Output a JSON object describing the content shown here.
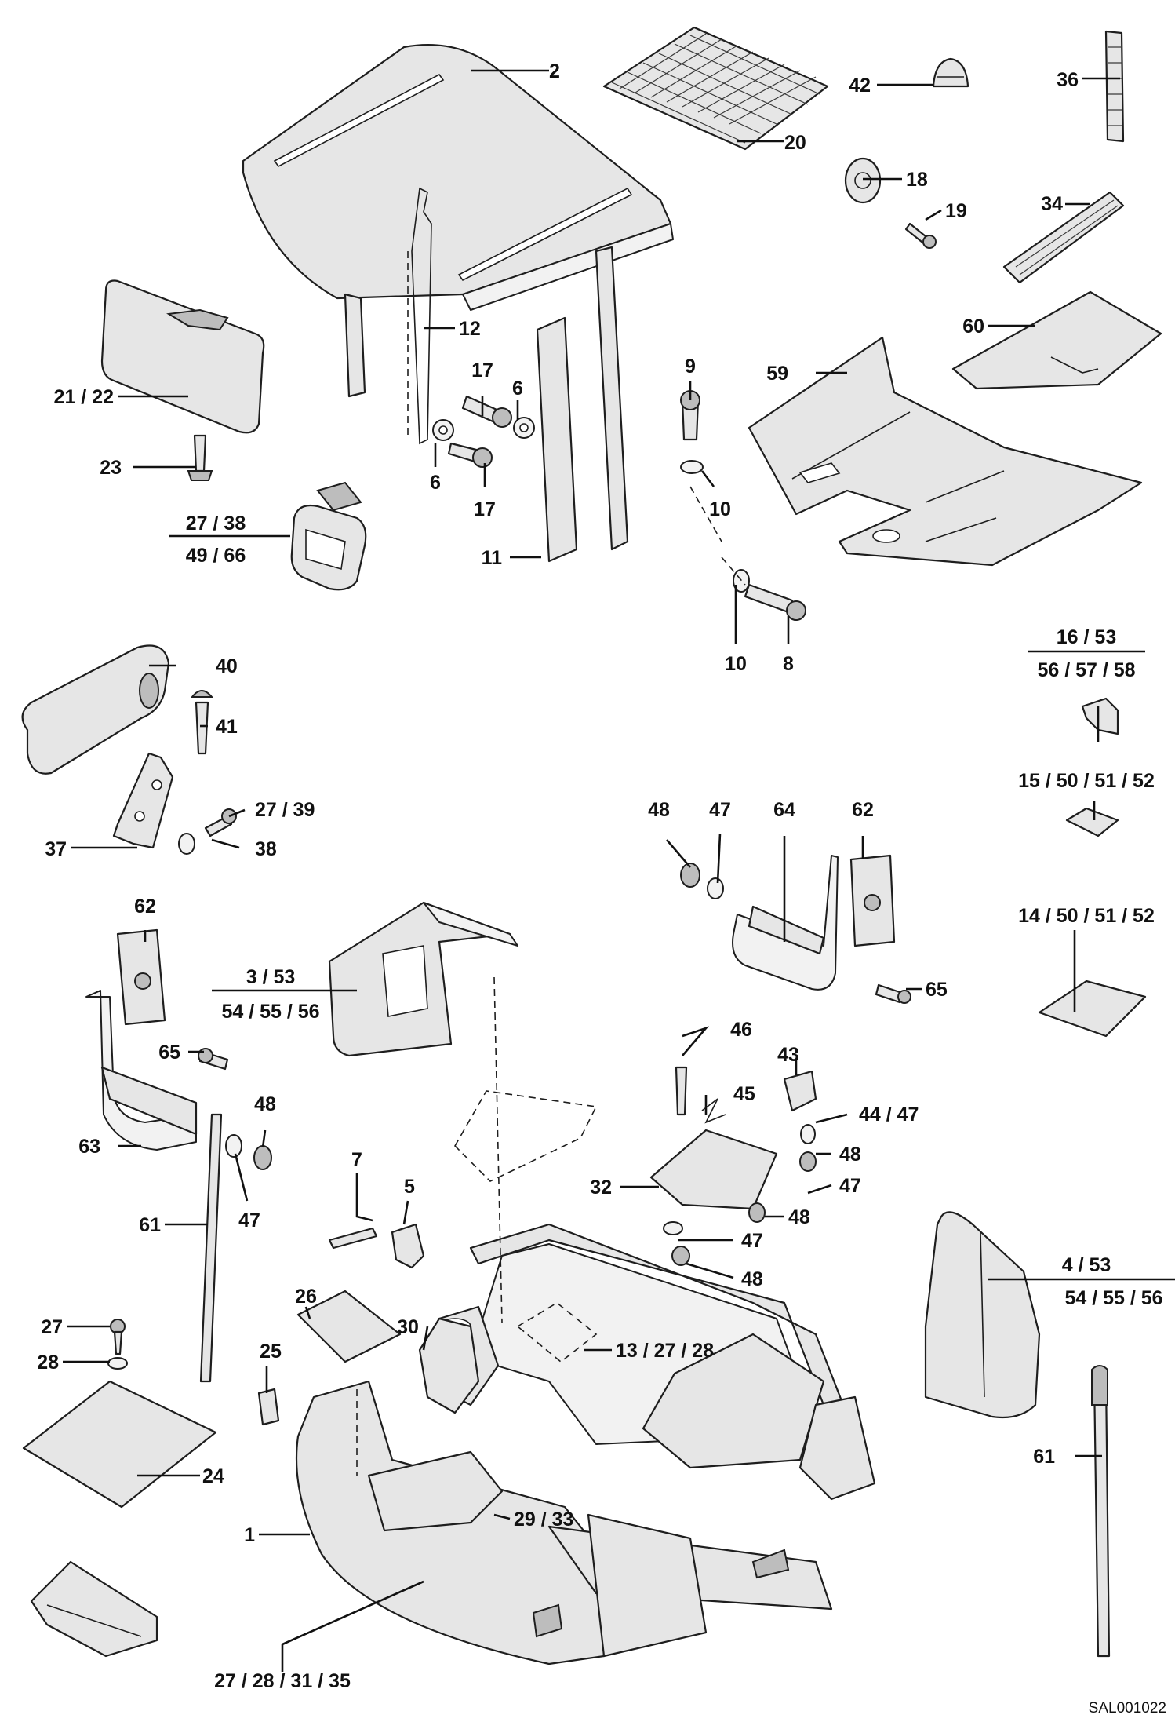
{
  "diagram_ref": "SAL001022",
  "callouts": {
    "c1": "1",
    "c2": "2",
    "c3": "3 / 53",
    "c3b": "54 / 55 / 56",
    "c4": "4 / 53",
    "c4b": "54 / 55 / 56",
    "c5": "5",
    "c6a": "6",
    "c6b": "6",
    "c7": "7",
    "c8": "8",
    "c9": "9",
    "c10a": "10",
    "c10b": "10",
    "c11": "11",
    "c12": "12",
    "c13": "13 / 27 / 28",
    "c14": "14 / 50 / 51 / 52",
    "c15": "15 / 50 / 51 / 52",
    "c16": "16 / 53",
    "c16b": "56 / 57 / 58",
    "c17a": "17",
    "c17b": "17",
    "c18": "18",
    "c19": "19",
    "c20": "20",
    "c21": "21 / 22",
    "c23": "23",
    "c24": "24",
    "c25": "25",
    "c26": "26",
    "c27a": "27",
    "c27b": "27 / 38",
    "c27c": "49 / 66",
    "c27d": "27  / 39",
    "c27e": "27 / 28 / 31 / 35",
    "c28": "28",
    "c29": "29 / 33",
    "c30": "30",
    "c32": "32",
    "c34": "34",
    "c36": "36",
    "c37": "37",
    "c38": "38",
    "c40": "40",
    "c41": "41",
    "c42": "42",
    "c43": "43",
    "c44": "44 / 47",
    "c45": "45",
    "c46": "46",
    "c47a": "47",
    "c47b": "47",
    "c47c": "47",
    "c47d": "47",
    "c48a": "48",
    "c48b": "48",
    "c48c": "48",
    "c48d": "48",
    "c48e": "48",
    "c59": "59",
    "c60": "60",
    "c61a": "61",
    "c61b": "61",
    "c62a": "62",
    "c62b": "62",
    "c63": "63",
    "c64": "64",
    "c65a": "65",
    "c65b": "65"
  }
}
